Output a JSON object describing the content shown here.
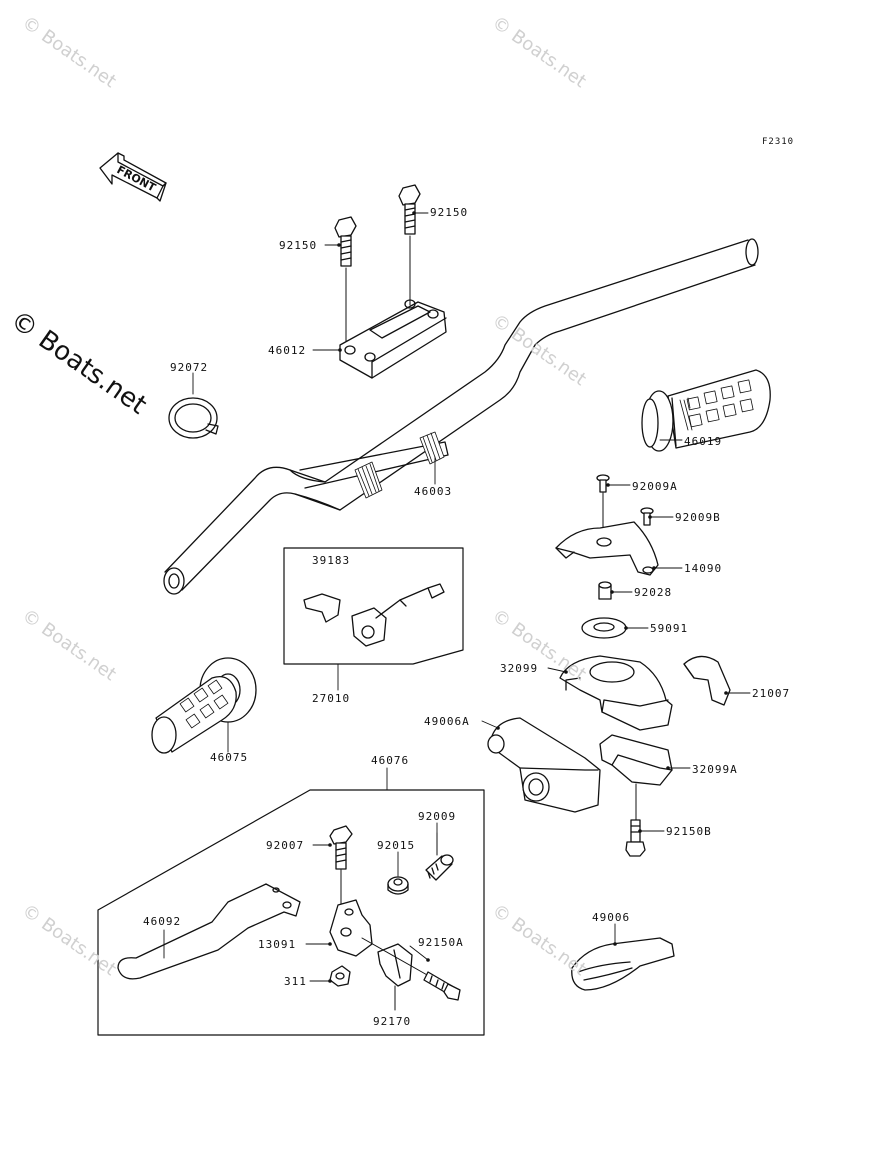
{
  "figure_code": "F2310",
  "watermark": "© Boats.net",
  "front_label": "FRONT",
  "part_labels": {
    "p92150_left": "92150",
    "p92150_right": "92150",
    "p46012": "46012",
    "p92072": "92072",
    "p46003": "46003",
    "p46019": "46019",
    "p92009A": "92009A",
    "p92009B": "92009B",
    "p14090": "14090",
    "p39183": "39183",
    "p92028": "92028",
    "p59091": "59091",
    "p32099": "32099",
    "p21007": "21007",
    "p27010": "27010",
    "p49006A": "49006A",
    "p46075": "46075",
    "p32099A": "32099A",
    "p46076": "46076",
    "p92150B": "92150B",
    "p92009": "92009",
    "p92007": "92007",
    "p92015": "92015",
    "p46092": "46092",
    "p13091": "13091",
    "p92150A": "92150A",
    "p311": "311",
    "p92170": "92170",
    "p49006": "49006"
  }
}
